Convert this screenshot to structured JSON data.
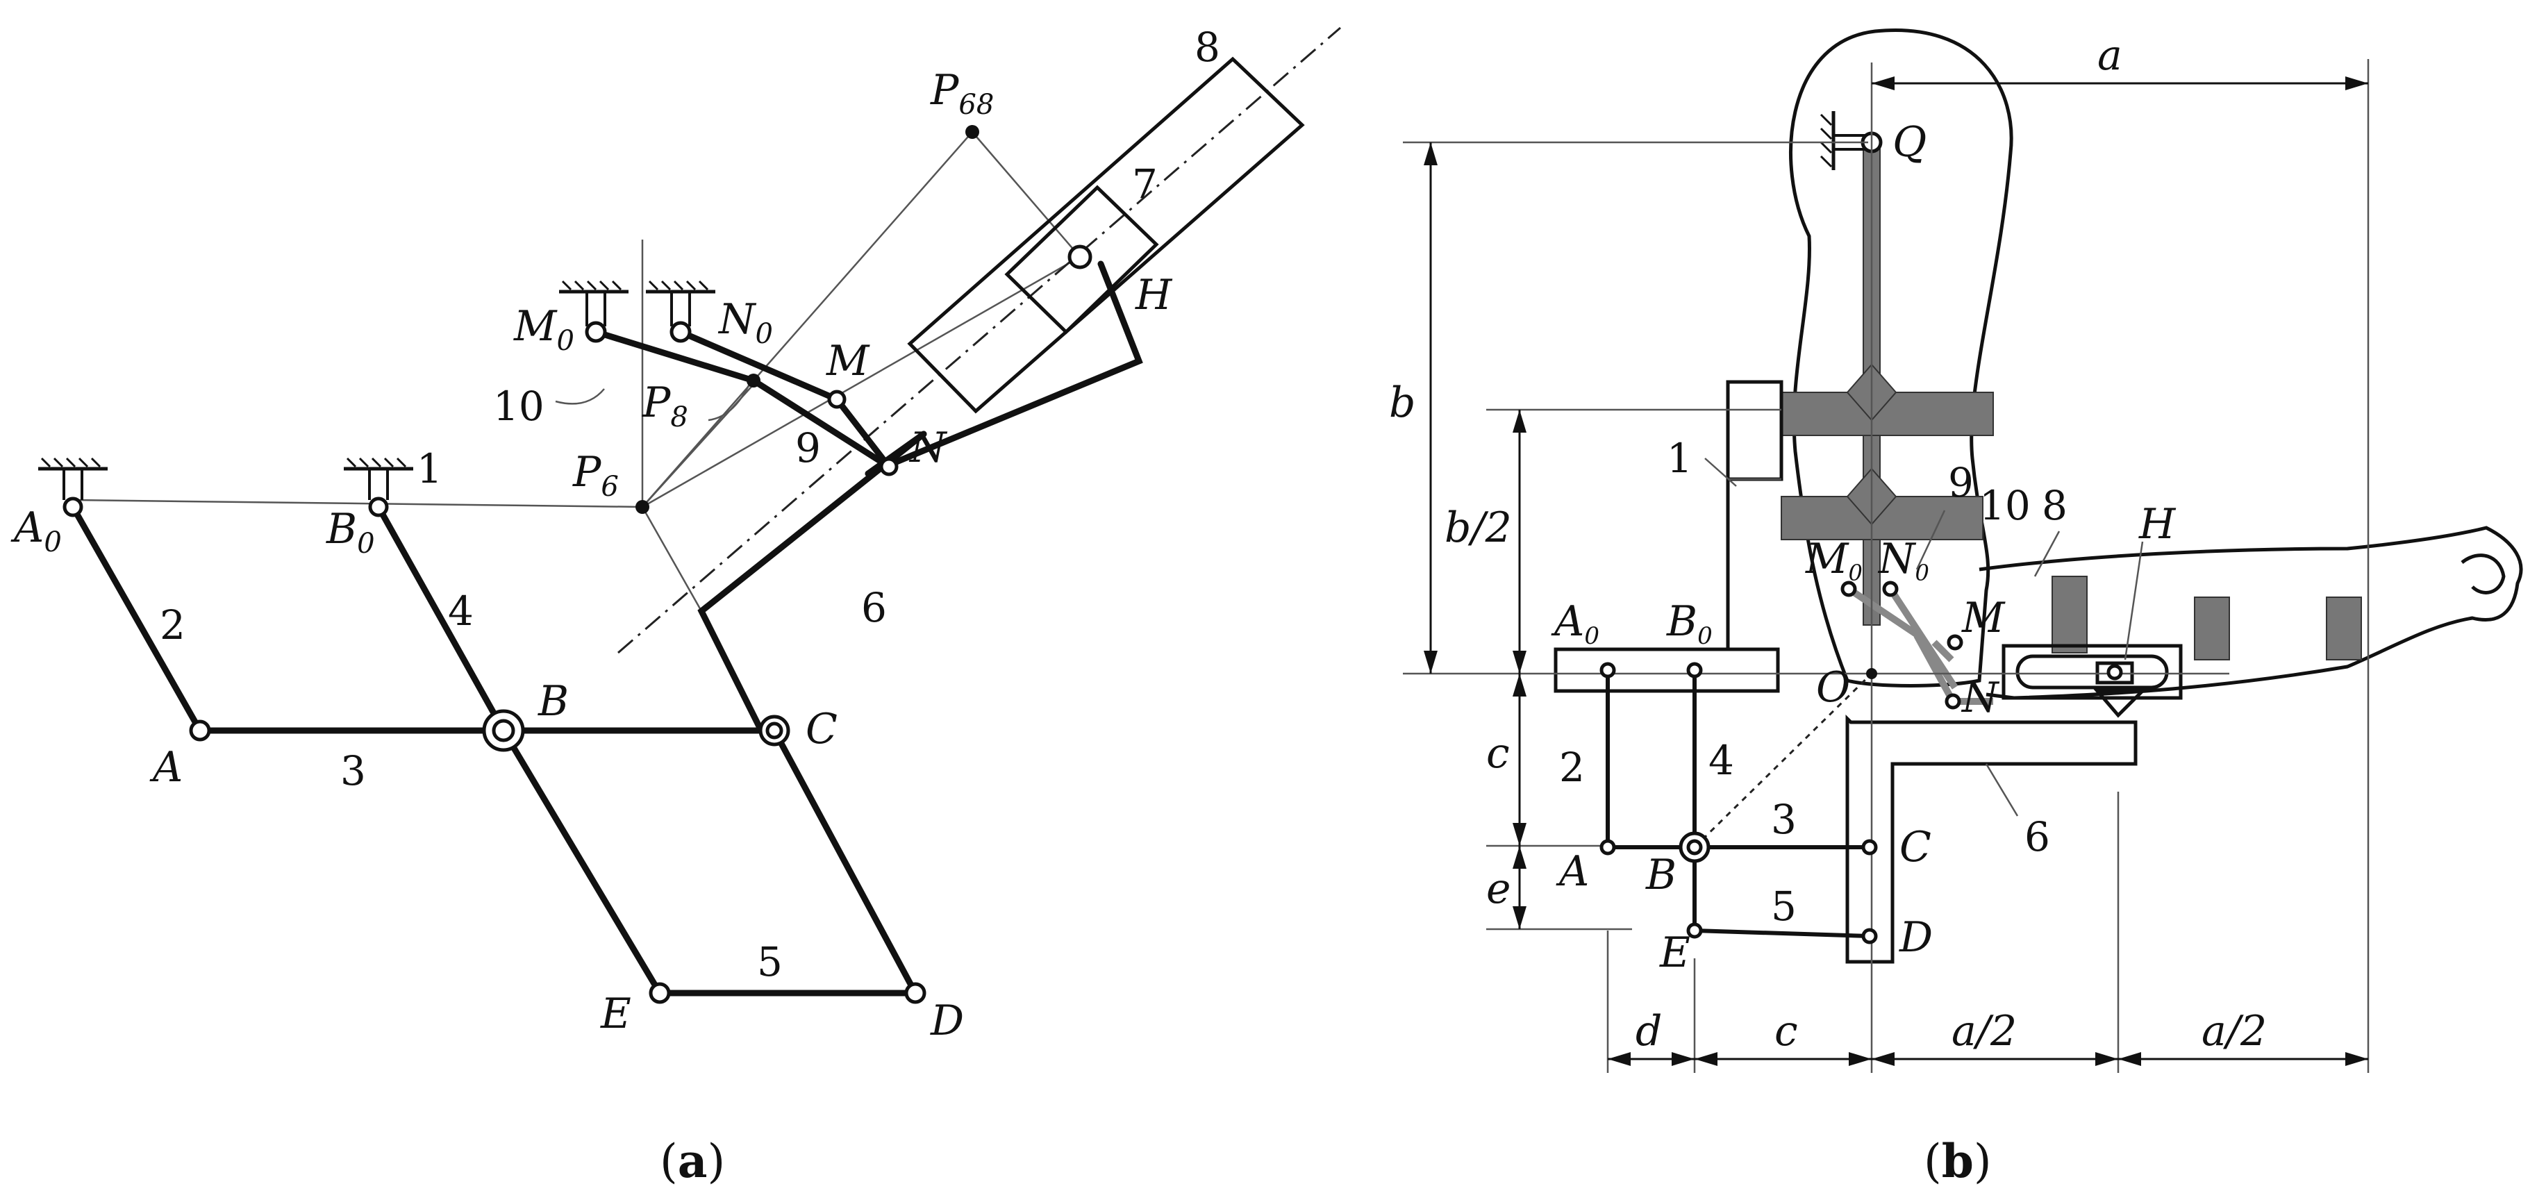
{
  "figure": {
    "panel_a": {
      "caption_open": "(",
      "caption_letter": "a",
      "caption_close": ")",
      "points": {
        "A0": "A",
        "A0_sub": "0",
        "B0": "B",
        "B0_sub": "0",
        "A": "A",
        "B": "B",
        "C": "C",
        "D": "D",
        "E": "E",
        "H": "H",
        "M": "M",
        "N": "N",
        "M0": "M",
        "M0_sub": "0",
        "N0": "N",
        "N0_sub": "0",
        "P6": "P",
        "P6_sub": "6",
        "P8": "P",
        "P8_sub": "8",
        "P68": "P",
        "P68_sub": "68"
      },
      "links": [
        "1",
        "2",
        "3",
        "4",
        "5",
        "6",
        "7",
        "8",
        "9",
        "10"
      ]
    },
    "panel_b": {
      "caption_open": "(",
      "caption_letter": "b",
      "caption_close": ")",
      "points": {
        "Q": "Q",
        "O": "O",
        "H": "H",
        "A0": "A",
        "A0_sub": "0",
        "B0": "B",
        "B0_sub": "0",
        "A": "A",
        "B": "B",
        "C": "C",
        "D": "D",
        "E": "E",
        "M": "M",
        "N": "N",
        "M0": "M",
        "M0_sub": "0",
        "N0": "N",
        "N0_sub": "0"
      },
      "links": [
        "1",
        "2",
        "3",
        "4",
        "5",
        "6",
        "8",
        "9",
        "10"
      ],
      "dimensions": {
        "a": "a",
        "a_half_1": "a/2",
        "a_half_2": "a/2",
        "b": "b",
        "b_half": "b/2",
        "c_vertical": "c",
        "c_horizontal": "c",
        "d": "d",
        "e": "e"
      }
    }
  }
}
